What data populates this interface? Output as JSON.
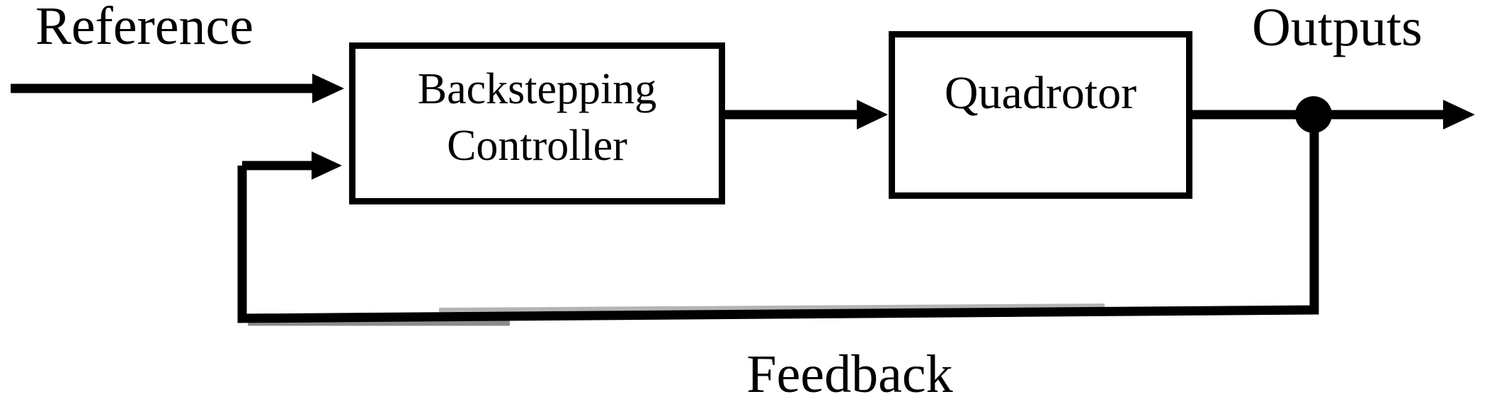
{
  "diagram": {
    "signal_labels": {
      "reference": "Reference",
      "outputs": "Outputs",
      "feedback": "Feedback"
    },
    "blocks": {
      "controller": {
        "line1": "Backstepping",
        "line2": "Controller"
      },
      "plant": {
        "label": "Quadrotor"
      }
    },
    "colors": {
      "line": "#000000",
      "background": "#ffffff",
      "scan_artifact_light": "#b4b4b4",
      "scan_artifact_dark": "#8c8c8c"
    }
  }
}
